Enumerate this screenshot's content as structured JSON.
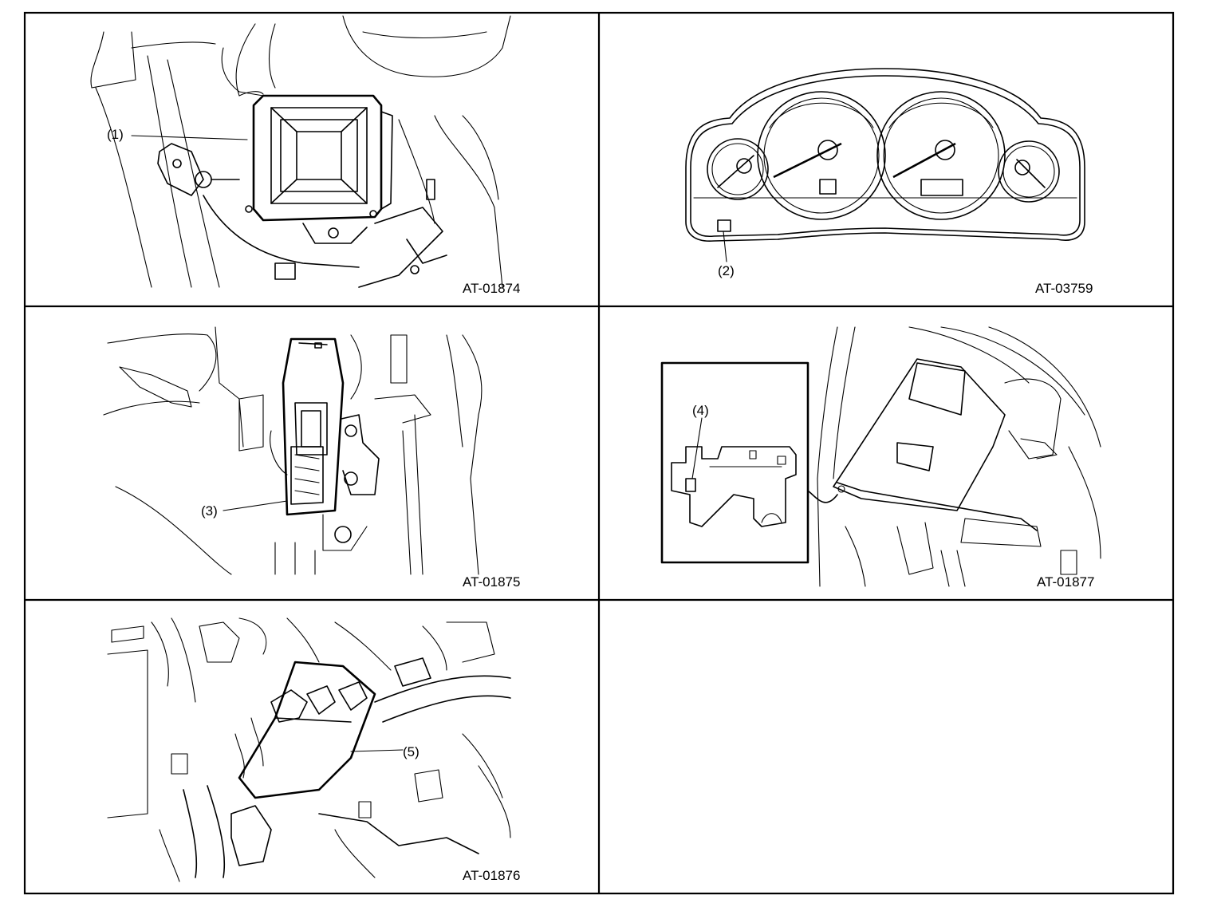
{
  "panels": [
    {
      "figure_code": "AT-01874",
      "callout": "(1)"
    },
    {
      "figure_code": "AT-03759",
      "callout": "(2)"
    },
    {
      "figure_code": "AT-01875",
      "callout": "(3)"
    },
    {
      "figure_code": "AT-01877",
      "callout": "(4)"
    },
    {
      "figure_code": "AT-01876",
      "callout": "(5)"
    }
  ]
}
